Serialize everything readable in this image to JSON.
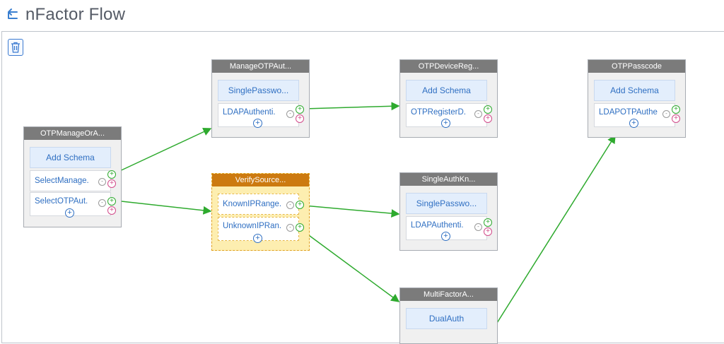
{
  "page": {
    "title": "nFactor Flow",
    "back_icon": "back-arrow-icon",
    "delete_icon": "trash-icon"
  },
  "nodes": {
    "otp_manage_or": {
      "title": "OTPManageOrA...",
      "schema": "Add Schema",
      "slots": [
        "SelectManage.",
        "SelectOTPAut."
      ]
    },
    "manage_otp_aut": {
      "title": "ManageOTPAut...",
      "schema": "SinglePasswo...",
      "slots": [
        "LDAPAuthenti."
      ]
    },
    "otp_device_reg": {
      "title": "OTPDeviceReg...",
      "schema": "Add Schema",
      "slots": [
        "OTPRegisterD."
      ]
    },
    "otp_passcode": {
      "title": "OTPPasscode",
      "schema": "Add Schema",
      "slots": [
        "LDAPOTPAuthe"
      ]
    },
    "verify_source": {
      "title": "VerifySource...",
      "slots": [
        "KnownIPRange.",
        "UnknownIPRan."
      ]
    },
    "single_auth_kn": {
      "title": "SingleAuthKn...",
      "schema": "SinglePasswo...",
      "slots": [
        "LDAPAuthenti."
      ]
    },
    "multi_factor": {
      "title": "MultiFactorA...",
      "schema": "DualAuth"
    }
  },
  "symbols": {
    "plus": "+",
    "minus": "-"
  },
  "colors": {
    "edge": "#2eaa2e",
    "header": "#7b7b7b",
    "decision_header": "#cc7a10",
    "decision_fill": "#fdeeb0",
    "link": "#2f6fc2"
  }
}
